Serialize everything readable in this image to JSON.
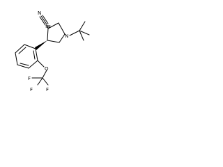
{
  "molecule": {
    "atoms": {
      "nitrile_N": "N",
      "ring_N": "N",
      "ether_O": "O",
      "F1": "F",
      "F2": "F",
      "F3": "F"
    }
  }
}
